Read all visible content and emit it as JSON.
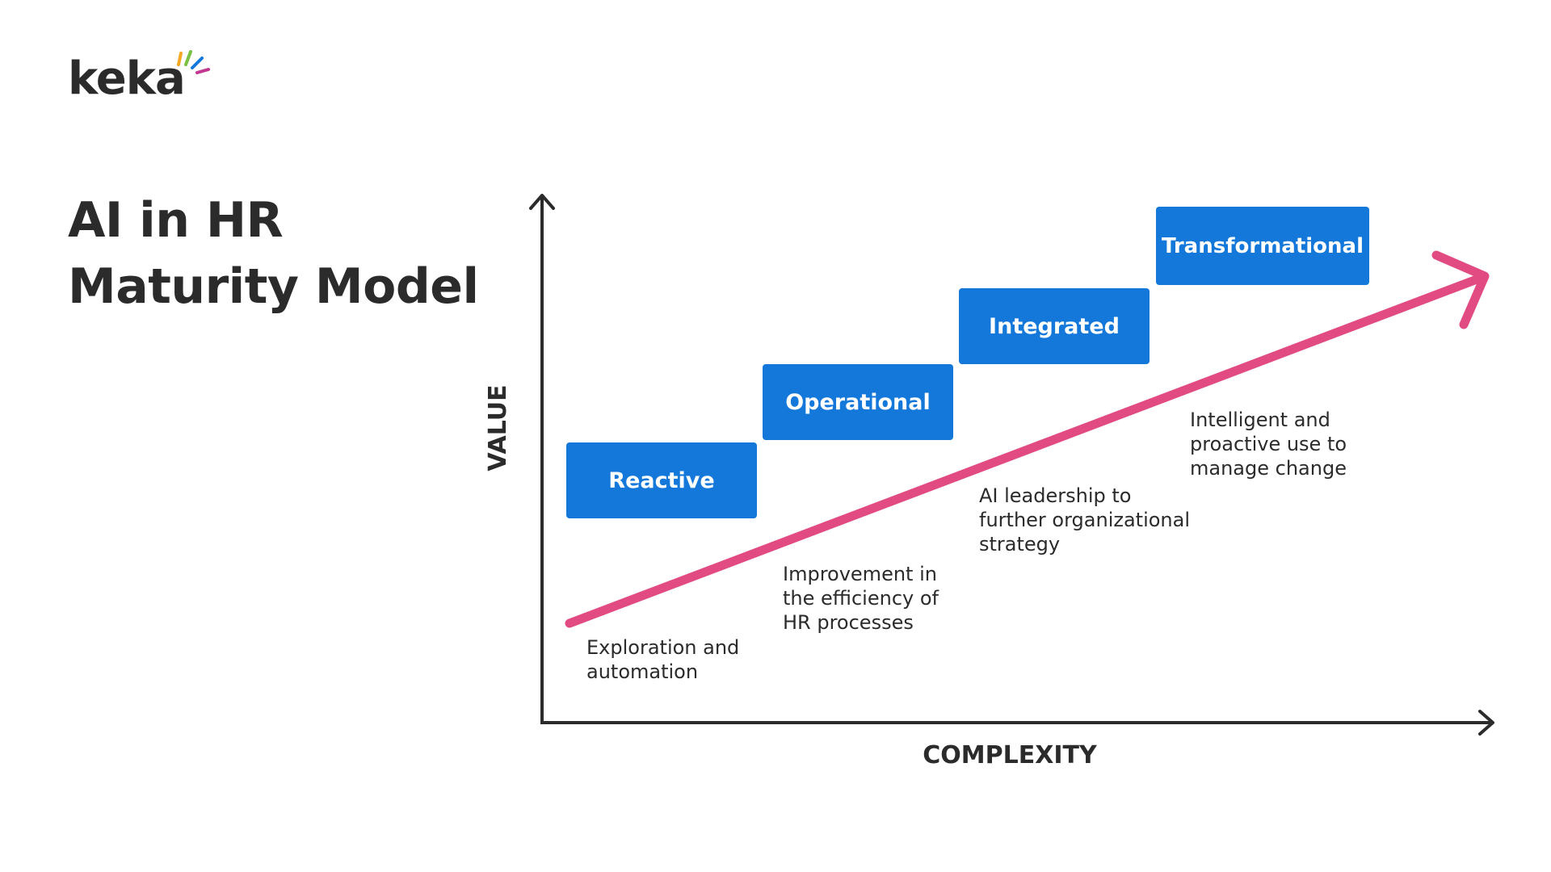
{
  "brand": {
    "logo_text": "keka",
    "spark_colors": [
      "#f5a623",
      "#7ac143",
      "#1478db",
      "#c2378f"
    ]
  },
  "title": {
    "line1": "AI in HR",
    "line2": "Maturity Model"
  },
  "axes": {
    "y_label": "VALUE",
    "x_label": "COMPLEXITY",
    "color": "#2b2b2b"
  },
  "trend_arrow": {
    "color": "#e24a82"
  },
  "stages": [
    {
      "name": "Reactive",
      "description": "Exploration and\nautomation"
    },
    {
      "name": "Operational",
      "description": "Improvement in\nthe efficiency of\nHR processes"
    },
    {
      "name": "Integrated",
      "description": "AI leadership to\nfurther organizational\nstrategy"
    },
    {
      "name": "Transformational",
      "description": "Intelligent and\nproactive use to\nmanage change"
    }
  ],
  "stage_box_color": "#1478db"
}
